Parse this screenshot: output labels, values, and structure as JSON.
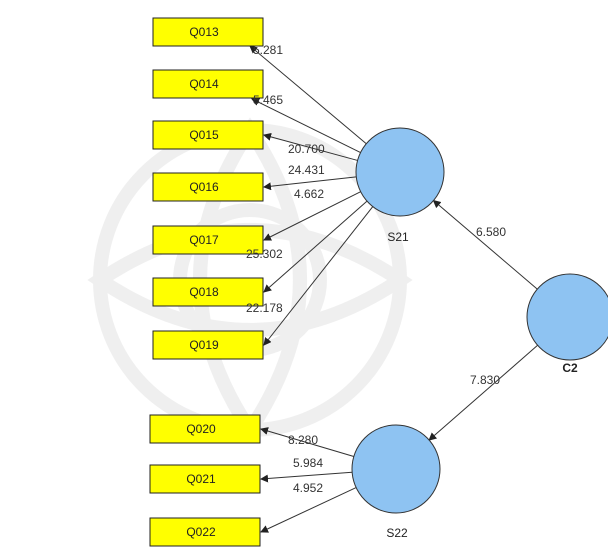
{
  "diagram": {
    "indicators": [
      {
        "id": "q013",
        "label": "Q013"
      },
      {
        "id": "q014",
        "label": "Q014"
      },
      {
        "id": "q015",
        "label": "Q015"
      },
      {
        "id": "q016",
        "label": "Q016"
      },
      {
        "id": "q017",
        "label": "Q017"
      },
      {
        "id": "q018",
        "label": "Q018"
      },
      {
        "id": "q019",
        "label": "Q019"
      },
      {
        "id": "q020",
        "label": "Q020"
      },
      {
        "id": "q021",
        "label": "Q021"
      },
      {
        "id": "q022",
        "label": "Q022"
      }
    ],
    "constructs": [
      {
        "id": "s21",
        "label": "S21"
      },
      {
        "id": "s22",
        "label": "S22"
      },
      {
        "id": "c2",
        "label": "C2"
      }
    ],
    "loadings": [
      {
        "from": "s21",
        "to": "q013",
        "value": "5.281"
      },
      {
        "from": "s21",
        "to": "q014",
        "value": "5.465"
      },
      {
        "from": "s21",
        "to": "q015",
        "value": "20.700"
      },
      {
        "from": "s21",
        "to": "q016",
        "value": "24.431"
      },
      {
        "from": "s21",
        "to": "q017",
        "value": "4.662"
      },
      {
        "from": "s21",
        "to": "q018",
        "value": "25.302"
      },
      {
        "from": "s21",
        "to": "q019",
        "value": "22.178"
      },
      {
        "from": "s22",
        "to": "q020",
        "value": "8.280"
      },
      {
        "from": "s22",
        "to": "q021",
        "value": "5.984"
      },
      {
        "from": "s22",
        "to": "q022",
        "value": "4.952"
      }
    ],
    "structural_paths": [
      {
        "from": "c2",
        "to": "s21",
        "value": "6.580"
      },
      {
        "from": "c2",
        "to": "s22",
        "value": "7.830"
      }
    ],
    "colors": {
      "indicator_fill": "#ffff00",
      "construct_fill": "#8ec3f2",
      "line": "#333333"
    }
  }
}
